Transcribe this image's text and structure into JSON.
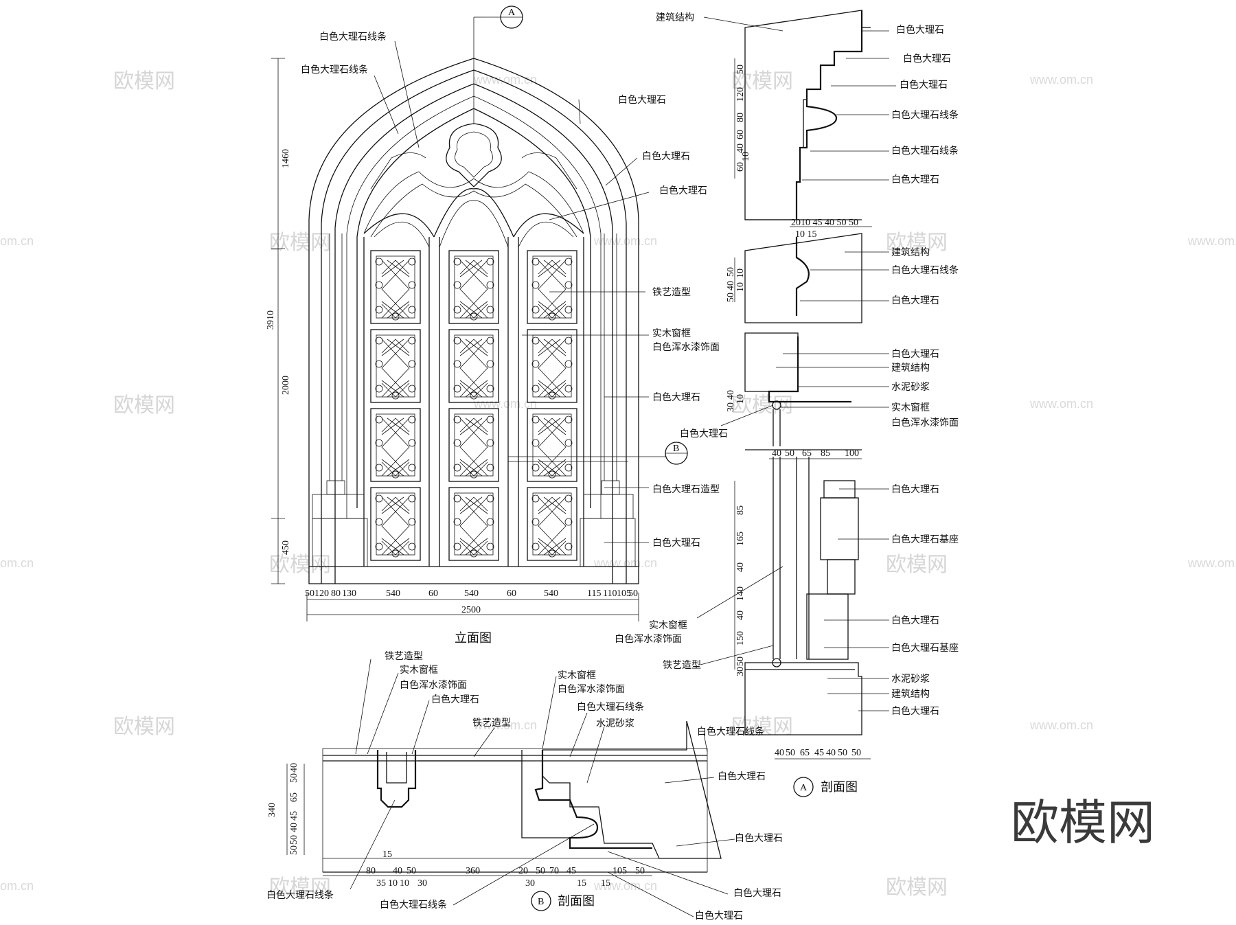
{
  "titles": {
    "elevation": "立面图",
    "sectionA": "剖面图",
    "sectionB": "剖面图",
    "tagA": "A",
    "tagB": "B"
  },
  "brand": "欧模网",
  "watermarks": {
    "logo": "欧模网",
    "url": "www.om.cn",
    "url_short": "om.cn"
  },
  "elevation_labels": [
    "白色大理石线条",
    "白色大理石线条",
    "白色大理石",
    "白色大理石",
    "白色大理石",
    "铁艺造型",
    "实木窗框",
    "白色浑水漆饰面",
    "白色大理石",
    "白色大理石造型",
    "白色大理石"
  ],
  "elevation_dims_vertical": [
    "1460",
    "3910",
    "2000",
    "450"
  ],
  "elevation_dims_bottom": [
    "50",
    "120",
    "80",
    "130",
    "540",
    "60",
    "540",
    "60",
    "540",
    "115",
    "110",
    "105",
    "50"
  ],
  "elevation_total": "2500",
  "sectionA_labels": [
    "建筑结构",
    "白色大理石",
    "白色大理石",
    "白色大理石",
    "白色大理石线条",
    "白色大理石线条",
    "白色大理石",
    "建筑结构",
    "白色大理石线条",
    "白色大理石",
    "白色大理石",
    "建筑结构",
    "水泥砂浆",
    "实木窗框",
    "白色浑水漆饰面",
    "白色大理石",
    "白色大理石",
    "白色大理石基座",
    "白色大理石",
    "白色大理石基座",
    "水泥砂浆",
    "建筑结构",
    "白色大理石",
    "实木窗框",
    "白色浑水漆饰面",
    "铁艺造型"
  ],
  "sectionA_dims": {
    "top_vertical": [
      "50",
      "120",
      "80",
      "60",
      "40",
      "10",
      "60"
    ],
    "top_bottom_row1": "2010 45 40 50 50",
    "top_bottom_row2": "10 15",
    "mid_vertical": [
      "50",
      "40",
      "50",
      "10",
      "10"
    ],
    "lower_vertical": [
      "30",
      "40",
      "10"
    ],
    "lower_row": [
      "40",
      "50",
      "65",
      "85",
      "100"
    ],
    "base_vertical": [
      "85",
      "165",
      "40",
      "140",
      "40",
      "150",
      "50",
      "30"
    ],
    "base_bottom": [
      "40",
      "50",
      "65",
      "45",
      "40",
      "50",
      "50"
    ]
  },
  "sectionB_labels": [
    "铁艺造型",
    "实木窗框",
    "白色浑水漆饰面",
    "白色大理石",
    "铁艺造型",
    "实木窗框",
    "白色浑水漆饰面",
    "白色大理石线条",
    "水泥砂浆",
    "白色大理石线条",
    "白色大理石",
    "白色大理石",
    "白色大理石线条",
    "白色大理石线条",
    "白色大理石",
    "白色大理石"
  ],
  "sectionB_dims": {
    "left_vertical": [
      "340",
      "50",
      "50",
      "40",
      "45",
      "65",
      "50",
      "40"
    ],
    "top_value": "15",
    "row1": [
      "80",
      "40",
      "50",
      "360",
      "20",
      "50",
      "70",
      "45",
      "105",
      "50"
    ],
    "row2": [
      "35",
      "10",
      "10",
      "30",
      "30",
      "15",
      "15"
    ]
  }
}
